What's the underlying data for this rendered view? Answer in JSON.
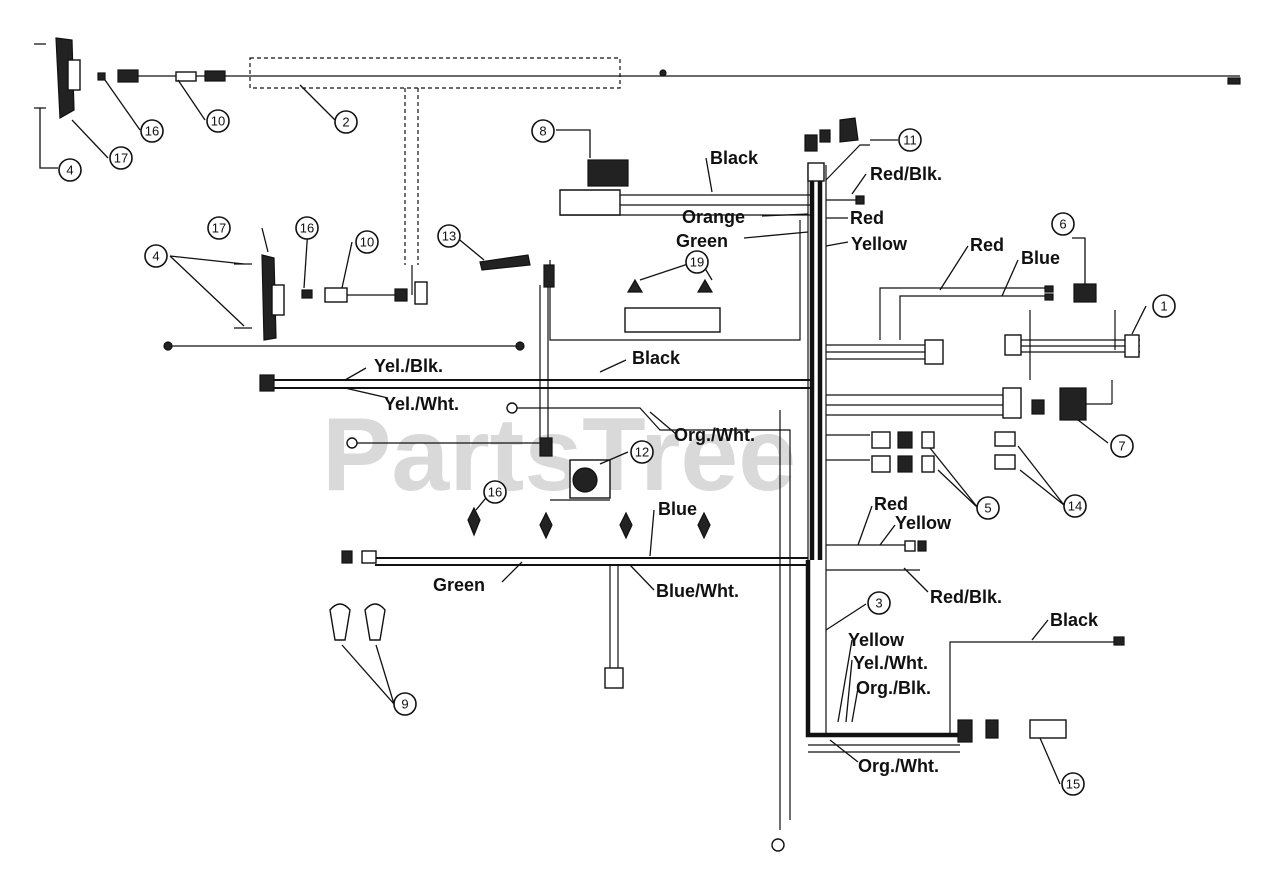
{
  "watermark": "PartsTree",
  "wire_labels": {
    "black_top": "Black",
    "red_blk_top": "Red/Blk.",
    "orange": "Orange",
    "red_top": "Red",
    "green_top": "Green",
    "yellow_top": "Yellow",
    "red_right": "Red",
    "blue_right": "Blue",
    "black_mid": "Black",
    "yel_blk": "Yel./Blk.",
    "yel_wht": "Yel./Wht.",
    "org_wht_mid": "Org./Wht.",
    "blue_low": "Blue",
    "red_low": "Red",
    "yellow_low": "Yellow",
    "green_low": "Green",
    "blue_wht": "Blue/Wht.",
    "red_blk_low": "Red/Blk.",
    "black_bottom": "Black",
    "yellow_bottom": "Yellow",
    "yel_wht_bottom": "Yel./Wht.",
    "org_blk": "Org./Blk.",
    "org_wht_bottom": "Org./Wht."
  },
  "callouts": {
    "c4_top": "4",
    "c17_top": "17",
    "c16_top": "16",
    "c10_top": "10",
    "c2": "2",
    "c8": "8",
    "c11": "11",
    "c6": "6",
    "c1": "1",
    "c17_mid": "17",
    "c16_mid": "16",
    "c10_mid": "10",
    "c4_mid": "4",
    "c13": "13",
    "c19": "19",
    "c7": "7",
    "c12": "12",
    "c16_low": "16",
    "c5": "5",
    "c14": "14",
    "c3": "3",
    "c9": "9",
    "c15": "15"
  }
}
